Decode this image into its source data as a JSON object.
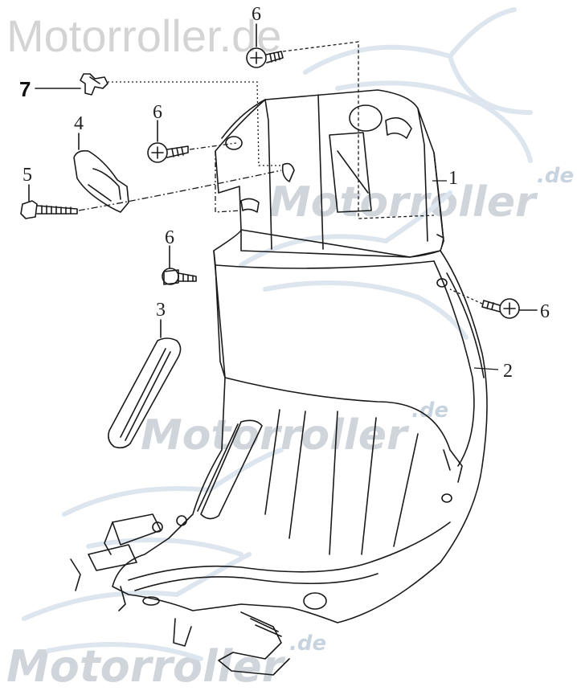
{
  "watermarks": {
    "top": "Motorroller.de",
    "right_main": "Motorroller",
    "right_suffix": ".de",
    "center_main": "Motorroller",
    "center_suffix": ".de",
    "bottom_main": "Motorroller",
    "bottom_suffix": ".de"
  },
  "callouts": {
    "c1": "1",
    "c2": "2",
    "c3": "3",
    "c4": "4",
    "c5": "5",
    "c6_top": "6",
    "c6_upper_left": "6",
    "c6_middle_left": "6",
    "c6_right": "6",
    "c7": "7"
  },
  "colors": {
    "line": "#1a1a1a",
    "watermark_text": "#cfd5db",
    "watermark_logo": "#dde6ee"
  }
}
